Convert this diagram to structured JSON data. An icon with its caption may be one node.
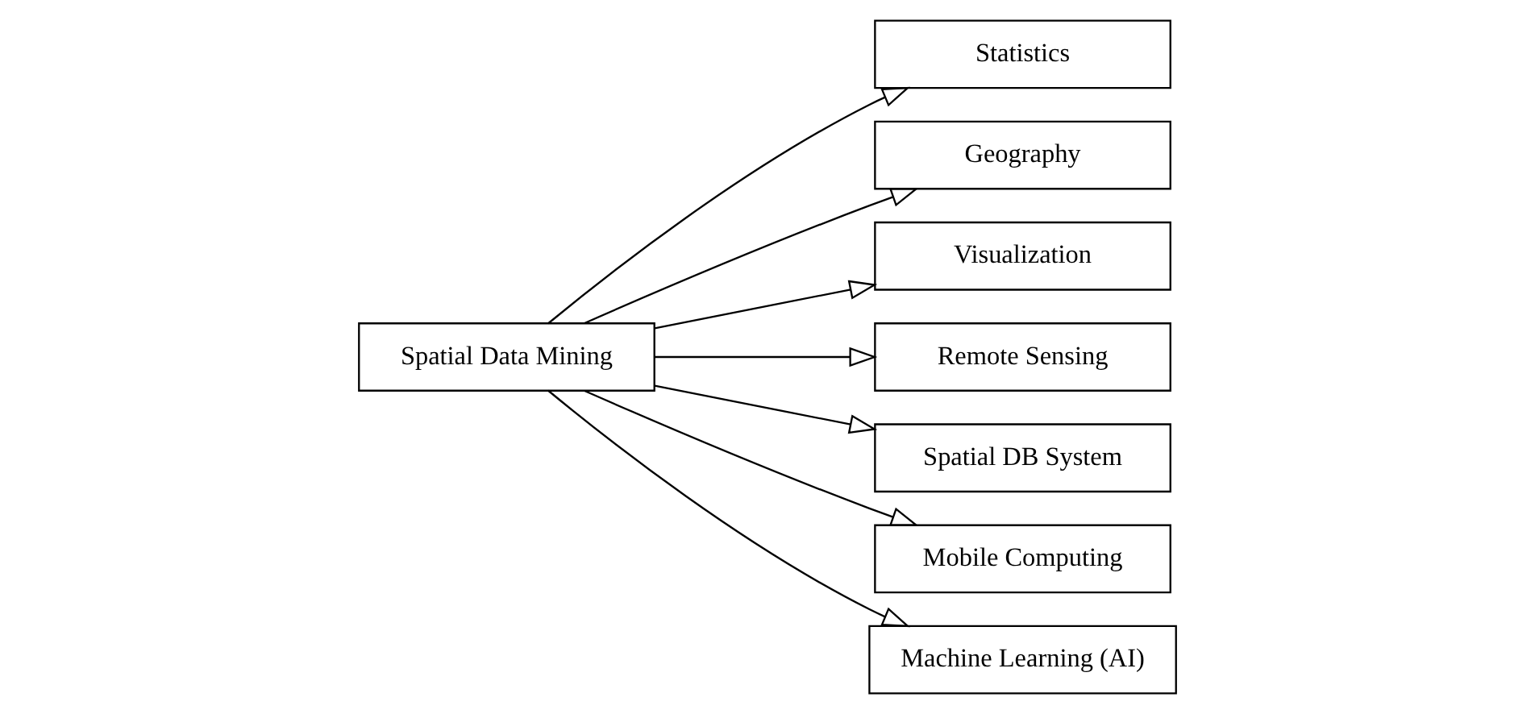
{
  "diagram": {
    "nodes": [
      {
        "text": [
          "Spatial Data Mining"
        ]
      },
      {
        "text": [
          "Statistics"
        ]
      },
      {
        "text": [
          "Geography"
        ]
      },
      {
        "text": [
          "Visualization"
        ]
      },
      {
        "text": [
          "Remote Sensing"
        ]
      },
      {
        "text": [
          "Spatial DB System"
        ]
      },
      {
        "text": [
          "Mobile Computing"
        ]
      },
      {
        "text": [
          "Machine Learning (AI)"
        ]
      }
    ],
    "edges": [
      {
        "from": 0,
        "to": 1,
        "arrow": "to"
      },
      {
        "from": 0,
        "to": 2,
        "arrow": "to"
      },
      {
        "from": 0,
        "to": 3,
        "arrow": "to"
      },
      {
        "from": 0,
        "to": 4,
        "arrow": "to"
      },
      {
        "from": 0,
        "to": 5,
        "arrow": "to"
      },
      {
        "from": 0,
        "to": 6,
        "arrow": "to"
      },
      {
        "from": 0,
        "to": 7,
        "arrow": "to"
      }
    ]
  }
}
